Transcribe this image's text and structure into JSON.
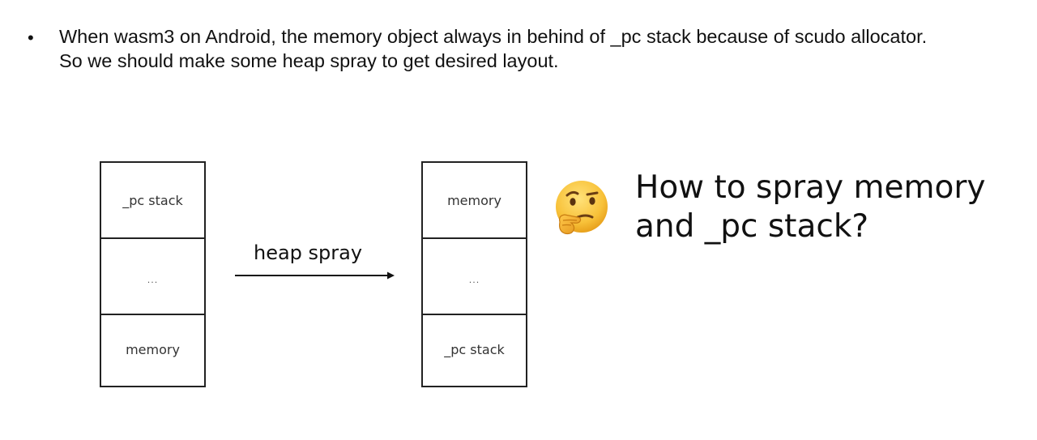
{
  "bullet": {
    "symbol": "•",
    "line1": "When wasm3 on Android, the memory object always in behind of _pc stack because of scudo allocator.",
    "line2": "So we should make some heap spray to get desired layout."
  },
  "before_stack": {
    "cells": [
      "_pc stack",
      "...",
      "memory"
    ]
  },
  "after_stack": {
    "cells": [
      "memory",
      "...",
      "_pc stack"
    ]
  },
  "arrow": {
    "label": "heap spray"
  },
  "emoji": {
    "icon": "thinking-face-icon"
  },
  "question": {
    "line1": "How to spray memory",
    "line2": "and _pc stack?"
  }
}
